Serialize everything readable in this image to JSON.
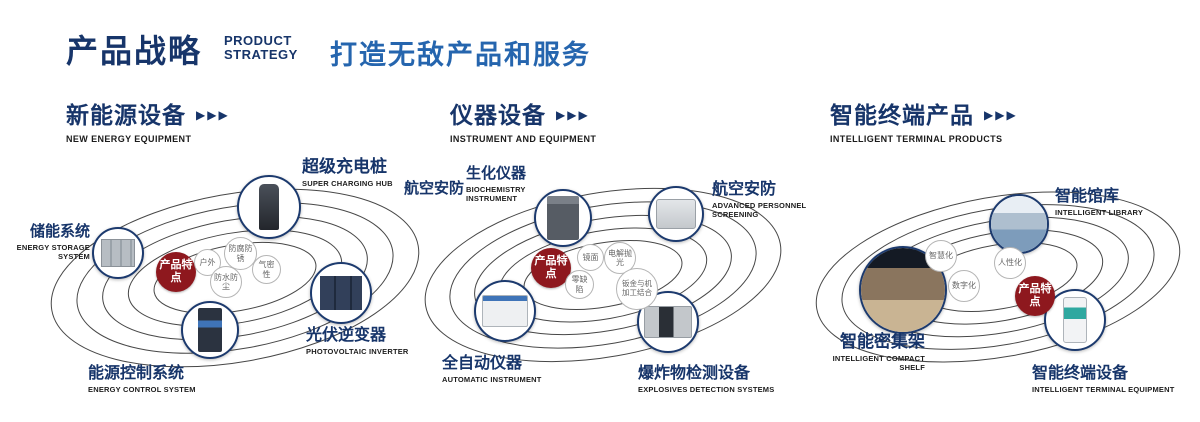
{
  "header": {
    "title": "产品战略",
    "subtitle1": "PRODUCT",
    "subtitle2": "STRATEGY",
    "slogan": "打造无敌产品和服务"
  },
  "colors": {
    "navy": "#17356a",
    "blue": "#2565ae",
    "badge_red": "#8e181e"
  },
  "sections": [
    {
      "title": "新能源设备",
      "subtitle": "NEW ENERGY EQUIPMENT",
      "arrows": "▶▶▶",
      "badge": "产品特点",
      "features": [
        "户外",
        "防腐防锈",
        "气密性",
        "防水防尘"
      ],
      "items": [
        {
          "zh": "储能系统",
          "en": "ENERGY STORAGE SYSTEM"
        },
        {
          "zh": "超级充电桩",
          "en": "SUPER CHARGING HUB"
        },
        {
          "zh": "光伏逆变器",
          "en": "PHOTOVOLTAIC INVERTER"
        },
        {
          "zh": "能源控制系统",
          "en": "ENERGY CONTROL SYSTEM"
        }
      ]
    },
    {
      "title": "仪器设备",
      "subtitle": "INSTRUMENT AND EQUIPMENT",
      "arrows": "▶▶▶",
      "badge": "产品特点",
      "extra_label": "航空安防",
      "features": [
        "镜面",
        "电解抛光",
        "零缺陷",
        "钣金与机加工结合"
      ],
      "items": [
        {
          "zh": "生化仪器",
          "en": "BIOCHEMISTRY INSTRUMENT"
        },
        {
          "zh": "航空安防",
          "en": "ADVANCED PERSONNEL SCREENING"
        },
        {
          "zh": "全自动仪器",
          "en": "AUTOMATIC INSTRUMENT"
        },
        {
          "zh": "爆炸物检测设备",
          "en": "EXPLOSIVES DETECTION SYSTEMS"
        }
      ]
    },
    {
      "title": "智能终端产品",
      "subtitle": "INTELLIGENT TERMINAL PRODUCTS",
      "arrows": "▶▶▶",
      "badge": "产品特点",
      "features": [
        "智慧化",
        "人性化",
        "数字化"
      ],
      "items": [
        {
          "zh": "智能馆库",
          "en": "INTELLIGENT LIBRARY"
        },
        {
          "zh": "智能密集架",
          "en": "INTELLIGENT COMPACT SHELF"
        },
        {
          "zh": "智能终端设备",
          "en": "INTELLIGENT TERMINAL EQUIPMENT"
        }
      ]
    }
  ]
}
